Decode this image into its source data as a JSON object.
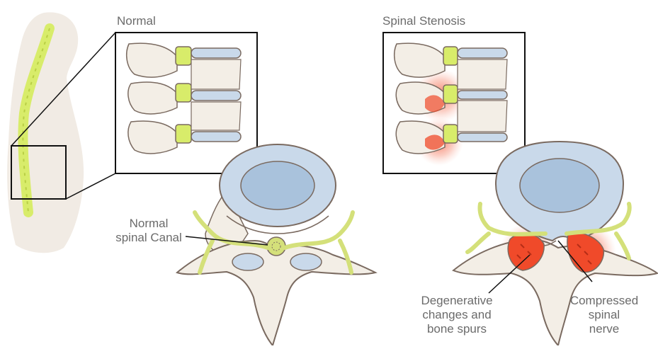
{
  "panels": {
    "normal": {
      "title": "Normal",
      "canal_label": [
        "Normal",
        "spinal Canal"
      ]
    },
    "stenosis": {
      "title": "Spinal Stenosis",
      "spurs_label": [
        "Degenerative",
        "changes and",
        "bone spurs"
      ],
      "nerve_label": [
        "Compressed",
        "spinal",
        "nerve"
      ]
    }
  },
  "colors": {
    "outline": "#7a6a60",
    "bone": "#f3eee6",
    "disc": "#c9d9ea",
    "disc_inner": "#a9c2dc",
    "spine_highlight": "#d8ec6a",
    "nerve": "#d4e07a",
    "inflammation": "#f04a2a",
    "skin": "#f1ebe4",
    "frame": "#111111",
    "label_text": "#6b6b6b"
  }
}
